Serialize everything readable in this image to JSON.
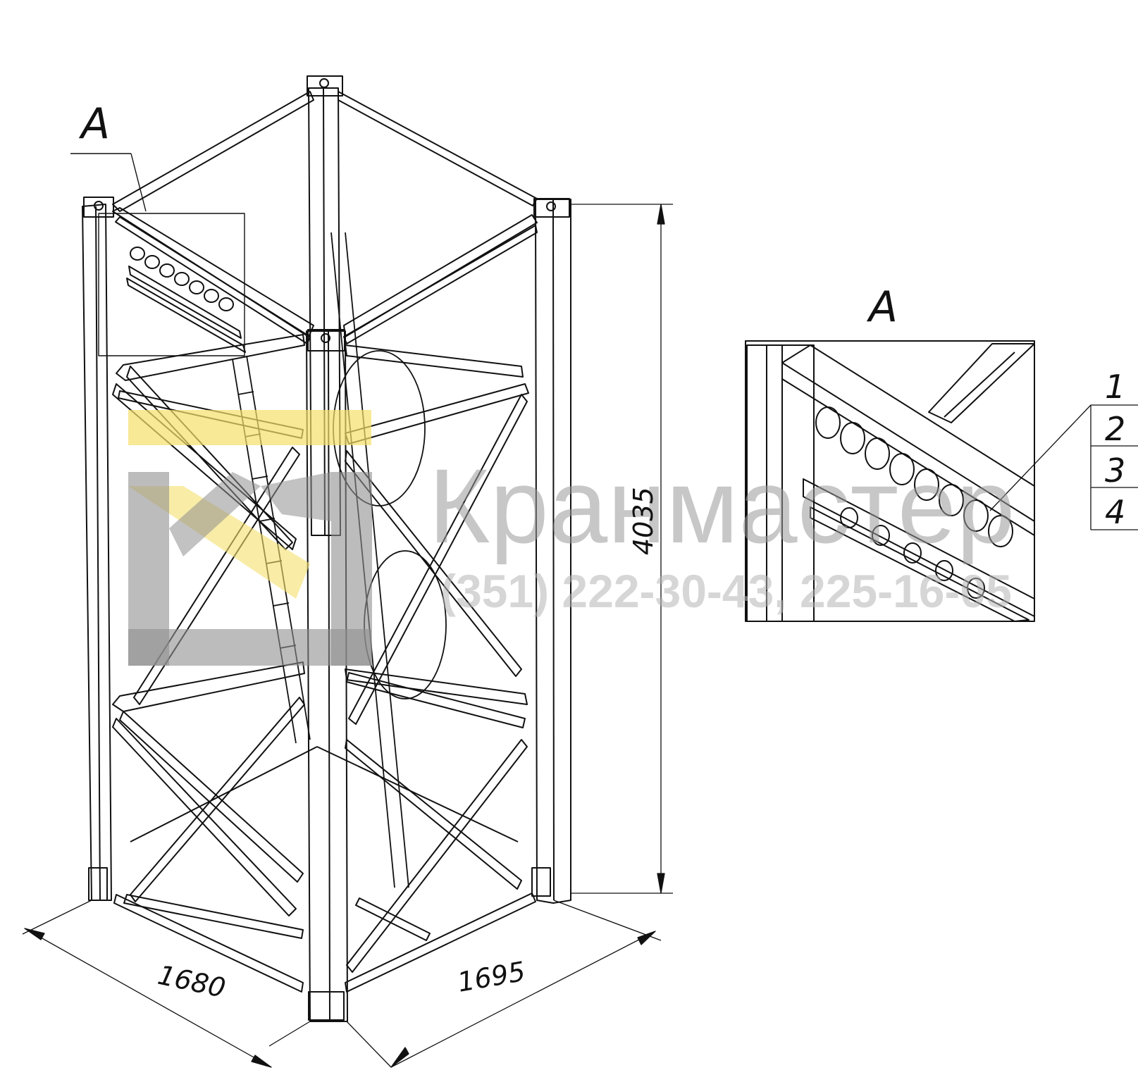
{
  "view_labels": {
    "main": "А",
    "detail": "А"
  },
  "dimensions": {
    "height": "4035",
    "width_left": "1680",
    "width_right": "1695"
  },
  "callouts": [
    "1",
    "2",
    "3",
    "4"
  ],
  "watermark": {
    "brand": "Кранмастер",
    "phones": "(351) 222-30-43, 225-16-05"
  },
  "colors": {
    "line": "#111111",
    "logo_gray": "#8f8f8f",
    "logo_yellow": "#f5e06a"
  }
}
